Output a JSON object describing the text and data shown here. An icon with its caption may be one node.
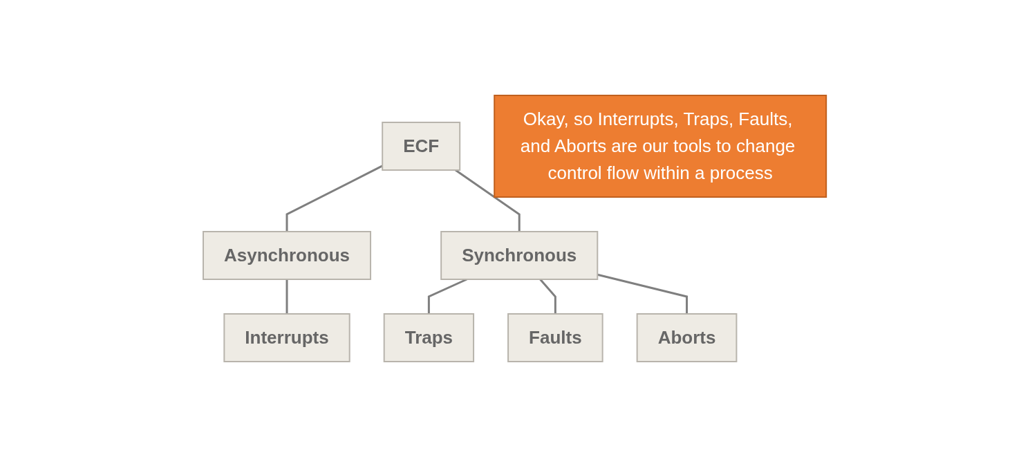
{
  "diagram": {
    "nodes": [
      {
        "text": [
          "ECF"
        ]
      },
      {
        "text": [
          "Asynchronous"
        ]
      },
      {
        "text": [
          "Synchronous"
        ]
      },
      {
        "text": [
          "Interrupts"
        ]
      },
      {
        "text": [
          "Traps"
        ]
      },
      {
        "text": [
          "Faults"
        ]
      },
      {
        "text": [
          "Aborts"
        ]
      },
      {
        "text": [
          "Okay, so Interrupts, Traps, Faults, and Aborts are our tools to change control flow within a process"
        ]
      }
    ],
    "edges": [
      {
        "from": 0,
        "to": 1,
        "arrow": "none"
      },
      {
        "from": 0,
        "to": 2,
        "arrow": "none"
      },
      {
        "from": 1,
        "to": 3,
        "arrow": "none"
      },
      {
        "from": 2,
        "to": 4,
        "arrow": "none"
      },
      {
        "from": 2,
        "to": 5,
        "arrow": "none"
      },
      {
        "from": 2,
        "to": 6,
        "arrow": "none"
      }
    ]
  }
}
